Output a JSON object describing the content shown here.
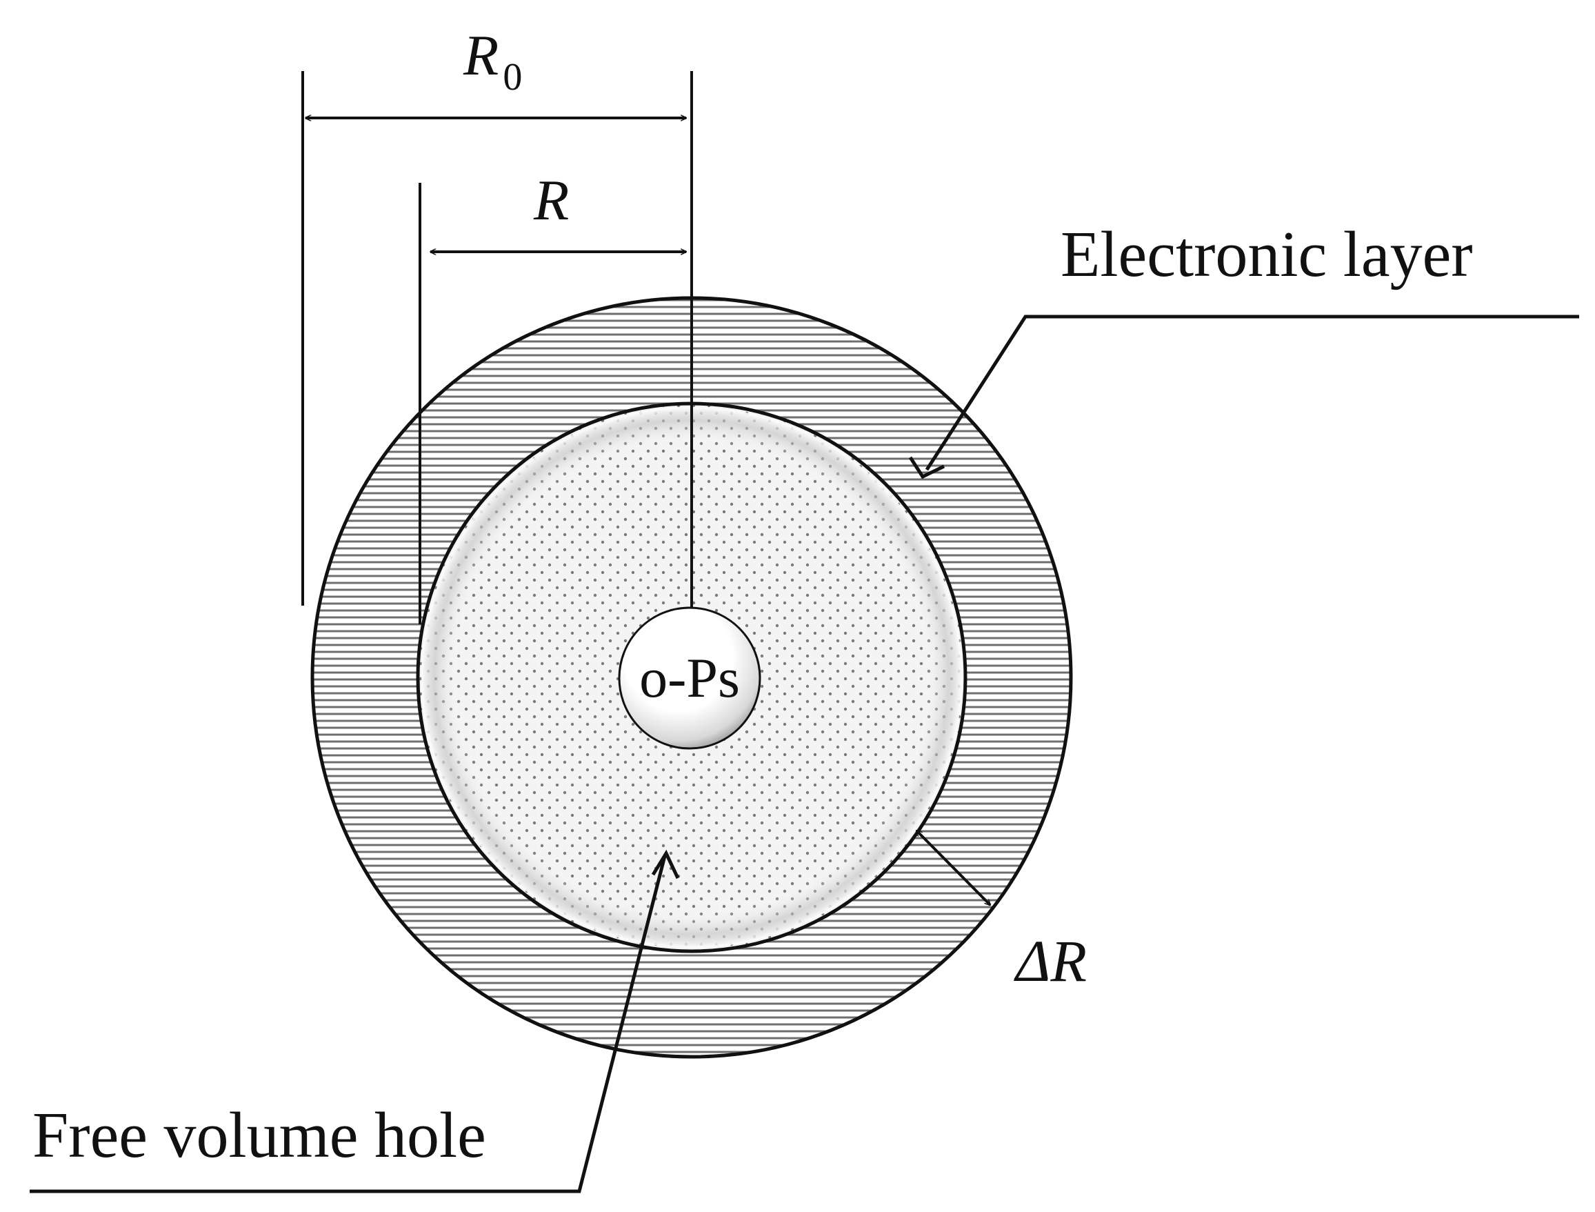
{
  "labels": {
    "r0_main": "R",
    "r0_sub": "0",
    "r": "R",
    "electronic_layer": "Electronic layer",
    "free_volume_hole": "Free volume hole",
    "ops": "o-Ps",
    "delta_r": "ΔR"
  }
}
